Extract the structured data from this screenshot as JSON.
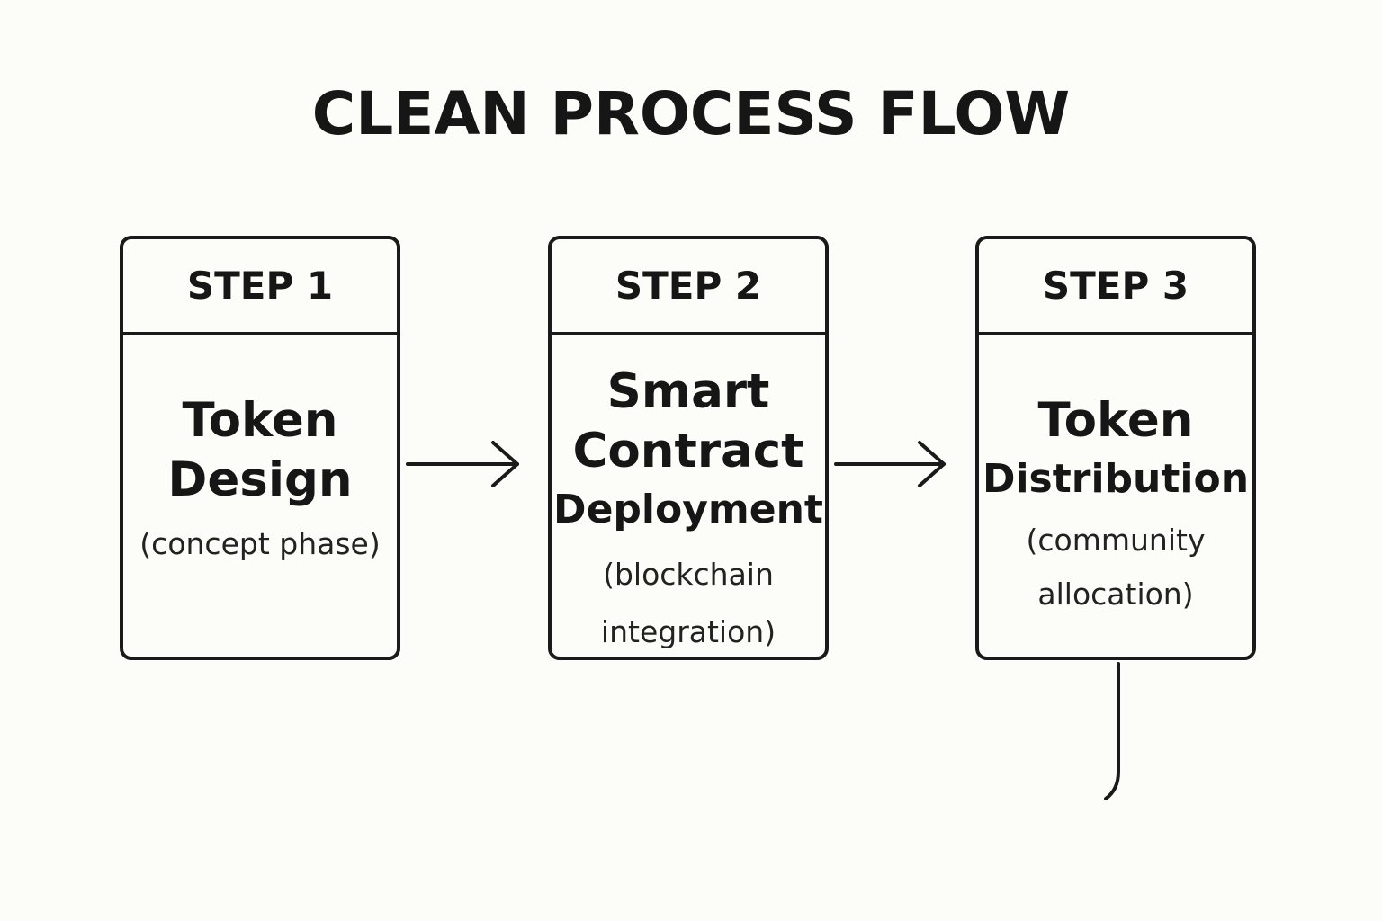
{
  "title": "CLEAN PROCESS FLOW",
  "steps": [
    {
      "label": "STEP 1",
      "name_lines": [
        "Token",
        "Design"
      ],
      "sub_lines": [
        "(concept phase)"
      ]
    },
    {
      "label": "STEP 2",
      "name_lines": [
        "Smart",
        "Contract",
        "Deployment"
      ],
      "sub_lines": [
        "(blockchain",
        "integration)"
      ]
    },
    {
      "label": "STEP 3",
      "name_lines": [
        "Token",
        "Distribution"
      ],
      "sub_lines": [
        "(community",
        "allocation)"
      ]
    }
  ],
  "colors": {
    "background": "#fcfcf8",
    "ink": "#1a1a1a"
  },
  "icons": [
    "arrow-right-icon",
    "arrow-right-icon",
    "tail-line"
  ]
}
